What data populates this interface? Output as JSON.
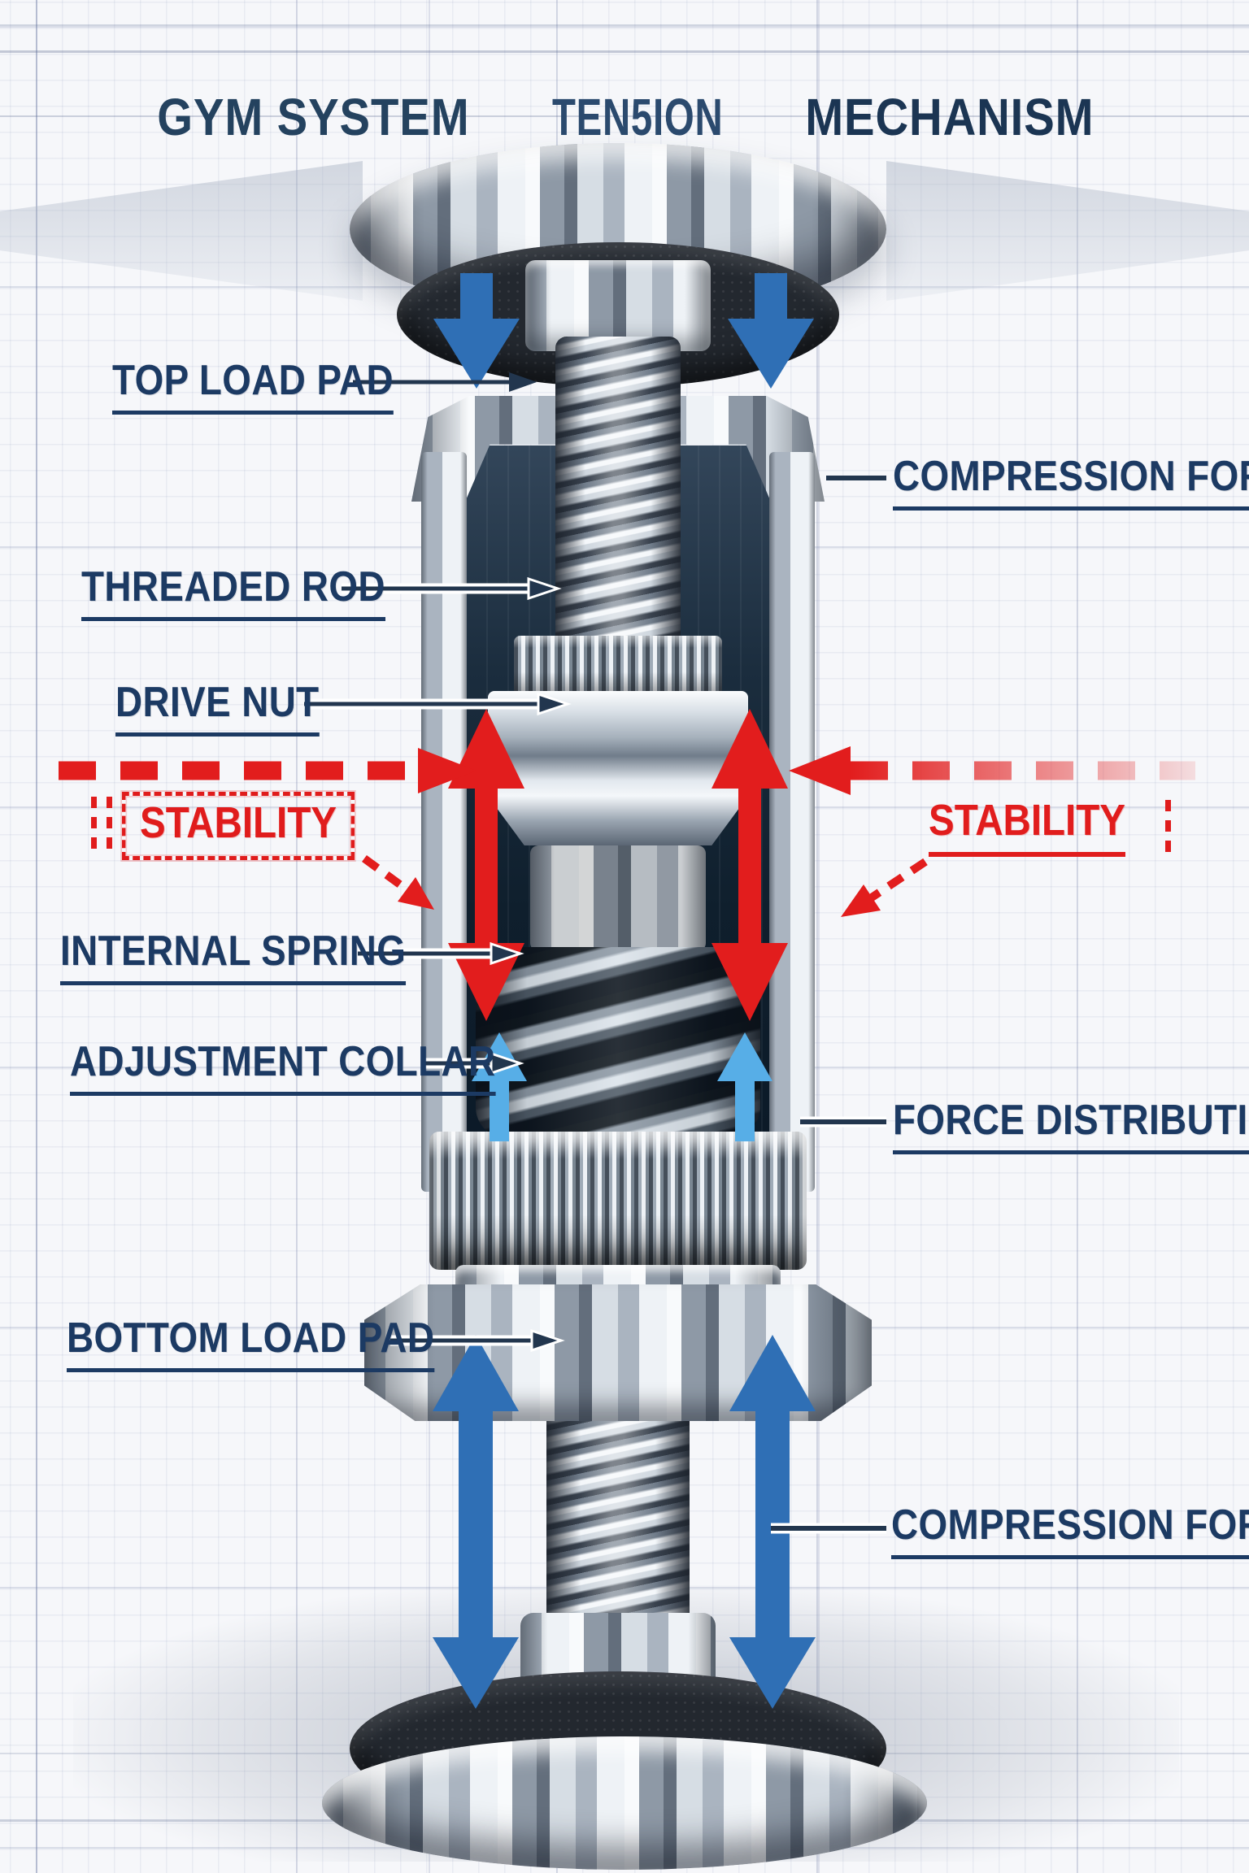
{
  "title": {
    "part1": "GYM SYSTEM",
    "part2": "TEN5ION",
    "part3": "MECHANISM"
  },
  "labels": {
    "top_load_pad": "TOP LOAD PAD",
    "compression_force_top": "COMPRESSION FORCE",
    "threaded_rod": "THREADED ROD",
    "drive_nut": "DRIVE NUT",
    "stability_left": "STABILITY",
    "stability_right": "STABILITY",
    "internal_spring": "INTERNAL SPRING",
    "adjustment_collar": "ADJUSTMENT COLLAR",
    "force_distribution": "FORCE DISTRIBUTION",
    "bottom_load_pad": "BOTTOM LOAD PAD",
    "compression_force_bottom": "COMPRESSION FORCE"
  },
  "colors": {
    "label_navy": "#1c3a63",
    "stamp_red": "#e01c1c",
    "force_blue": "#2f6fb5",
    "spring_arrow_blue": "#57aee7",
    "paper": "#f6f7fa"
  },
  "icons": {
    "down_arrow": "▼",
    "up_arrow": "▲",
    "double_vertical_arrow": "↕",
    "leader_arrow": "→",
    "dashed_arrow": "⇢"
  }
}
